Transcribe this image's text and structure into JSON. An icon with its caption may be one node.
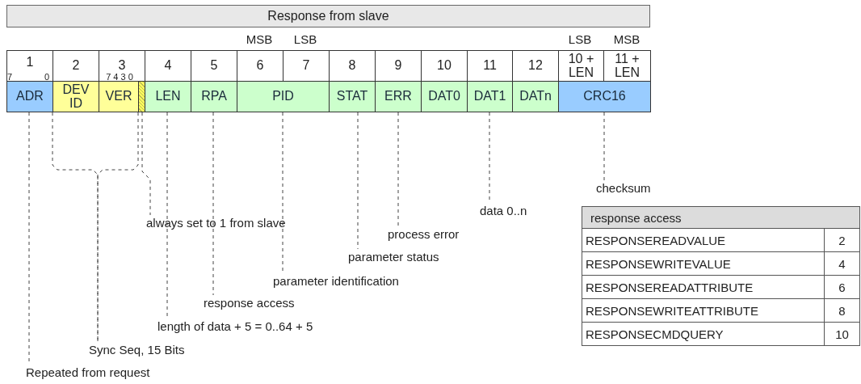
{
  "diagram": {
    "nodes": [
      {
        "text": [
          "Response from slave"
        ]
      },
      {
        "text": [
          "1"
        ]
      },
      {
        "text": [
          "2"
        ]
      },
      {
        "text": [
          "3"
        ]
      },
      {
        "text": [
          "4"
        ]
      },
      {
        "text": [
          "5"
        ]
      },
      {
        "text": [
          "6"
        ]
      },
      {
        "text": [
          "7"
        ]
      },
      {
        "text": [
          "8"
        ]
      },
      {
        "text": [
          "9"
        ]
      },
      {
        "text": [
          "10"
        ]
      },
      {
        "text": [
          "11"
        ]
      },
      {
        "text": [
          "12"
        ]
      },
      {
        "text": [
          "10 + LEN"
        ]
      },
      {
        "text": [
          "11 + LEN"
        ]
      },
      {
        "text": [
          "ADR"
        ]
      },
      {
        "text": [
          "DEV ID"
        ]
      },
      {
        "text": [
          "VER"
        ]
      },
      {
        "text": [],
        "shape": "box"
      },
      {
        "text": [
          "LEN"
        ]
      },
      {
        "text": [
          "RPA"
        ]
      },
      {
        "text": [
          "PID"
        ]
      },
      {
        "text": [
          "STAT"
        ]
      },
      {
        "text": [
          "ERR"
        ]
      },
      {
        "text": [
          "DAT0"
        ]
      },
      {
        "text": [
          "DAT1"
        ]
      },
      {
        "text": [
          "DATn"
        ]
      },
      {
        "text": [
          "CRC16"
        ]
      },
      {
        "text": [
          "checksum"
        ]
      },
      {
        "text": [
          "data 0..n"
        ]
      },
      {
        "text": [
          "always set to 1 from slave"
        ]
      },
      {
        "text": [
          "process error"
        ]
      },
      {
        "text": [
          "parameter status"
        ]
      },
      {
        "text": [
          "parameter identification"
        ]
      },
      {
        "text": [
          "response access"
        ]
      },
      {
        "text": [
          "length of data + 5 = 0..64 + 5"
        ]
      },
      {
        "text": [
          "Sync Seq, 15 Bits"
        ]
      },
      {
        "text": [
          "Repeated from request"
        ]
      }
    ],
    "edges": [
      {
        "from": 27,
        "to": 28,
        "arrow": "none",
        "style": "dashed"
      },
      {
        "from": 25,
        "to": 29,
        "arrow": "none",
        "style": "dashed"
      },
      {
        "from": 18,
        "to": 30,
        "arrow": "none",
        "style": "dashed"
      },
      {
        "from": 23,
        "to": 31,
        "arrow": "none",
        "style": "dashed"
      },
      {
        "from": 22,
        "to": 32,
        "arrow": "none",
        "style": "dashed"
      },
      {
        "from": 21,
        "to": 33,
        "arrow": "none",
        "style": "dashed"
      },
      {
        "from": 20,
        "to": 34,
        "arrow": "none",
        "style": "dashed"
      },
      {
        "from": 19,
        "to": 35,
        "arrow": "none",
        "style": "dashed"
      },
      {
        "from": 16,
        "to": 36,
        "arrow": "none",
        "style": "dashed"
      },
      {
        "from": 17,
        "to": 36,
        "arrow": "none",
        "style": "dashed"
      },
      {
        "from": 15,
        "to": 37,
        "arrow": "none",
        "style": "dashed"
      }
    ],
    "labels": [
      "MSB",
      "LSB",
      "LSB",
      "MSB",
      "7",
      "0",
      "7 4 3 0",
      "response access",
      "RESPONSEREADVALUE",
      "2",
      "RESPONSEWRITEVALUE",
      "4",
      "RESPONSEREADATTRIBUTE",
      "6",
      "RESPONSEWRITEATTRIBUTE",
      "8",
      "RESPONSECMDQUERY",
      "10"
    ]
  }
}
